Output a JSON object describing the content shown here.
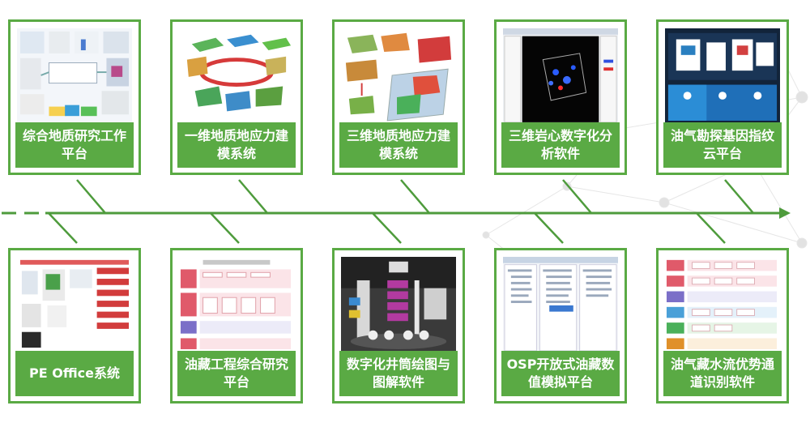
{
  "colors": {
    "accent": "#5aaa44",
    "line": "#4e9b3c",
    "label_text": "#ffffff"
  },
  "top_row": [
    {
      "label": "综合地质研究工作平台"
    },
    {
      "label": "一维地质地应力建模系统"
    },
    {
      "label": "三维地质地应力建模系统"
    },
    {
      "label": "三维岩心数字化分析软件"
    },
    {
      "label": "油气勘探基因指纹云平台"
    }
  ],
  "bottom_row": [
    {
      "label": "PE Office系统"
    },
    {
      "label": "油藏工程综合研究平台"
    },
    {
      "label": "数字化井筒绘图与图解软件"
    },
    {
      "label": "OSP开放式油藏数值模拟平台"
    },
    {
      "label": "油气藏水流优势通道识别软件"
    }
  ]
}
